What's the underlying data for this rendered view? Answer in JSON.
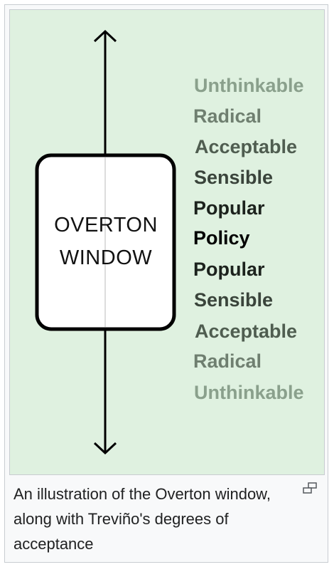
{
  "diagram": {
    "window_label_line1": "OVERTON",
    "window_label_line2": "WINDOW",
    "levels": [
      {
        "label": "Unthinkable",
        "color": "#8aa08c"
      },
      {
        "label": "Radical",
        "color": "#6f7f70"
      },
      {
        "label": "Acceptable",
        "color": "#4f5d50"
      },
      {
        "label": "Sensible",
        "color": "#3a443b"
      },
      {
        "label": "Popular",
        "color": "#1c221d"
      },
      {
        "label": "Policy",
        "color": "#000000"
      },
      {
        "label": "Popular",
        "color": "#1c221d"
      },
      {
        "label": "Sensible",
        "color": "#3a443b"
      },
      {
        "label": "Acceptable",
        "color": "#4f5d50"
      },
      {
        "label": "Radical",
        "color": "#6f7f70"
      },
      {
        "label": "Unthinkable",
        "color": "#8aa08c"
      }
    ],
    "background_color": "#dff1e0"
  },
  "caption": {
    "text": "An illustration of the Overton window, along with Treviño's degrees of acceptance",
    "enlarge_icon": "enlarge-icon"
  }
}
